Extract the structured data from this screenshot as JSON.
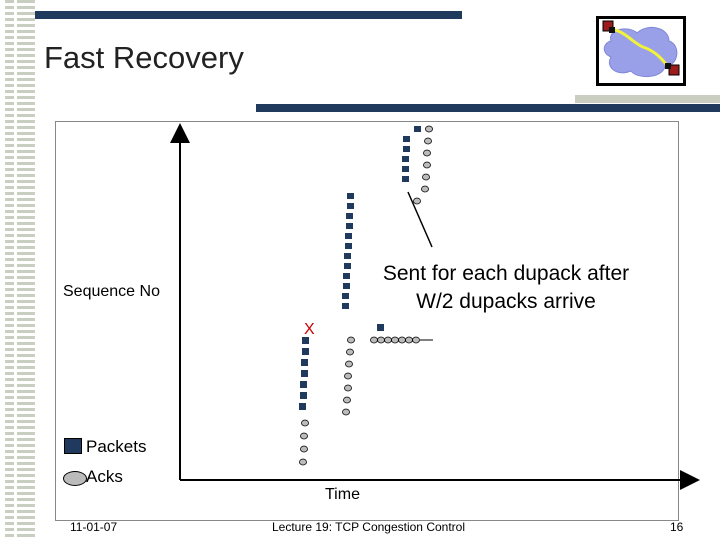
{
  "slide": {
    "title": "Fast Recovery",
    "y_axis_label": "Sequence No",
    "x_axis_label": "Time",
    "annotation_line1": "Sent for each dupack after",
    "annotation_line2": "W/2 dupacks arrive",
    "loss_marker": "X",
    "legend": {
      "packets": "Packets",
      "acks": "Acks"
    },
    "footer": {
      "date": "11-01-07",
      "course": "Lecture 19: TCP Congestion Control",
      "page": "16"
    }
  },
  "colors": {
    "packet": "#1f3a5c",
    "ack": "#bbbbbb",
    "loss": "#cc0000",
    "accent_bar": "#1f3a5c",
    "stripe": "#c8cfc0"
  }
}
